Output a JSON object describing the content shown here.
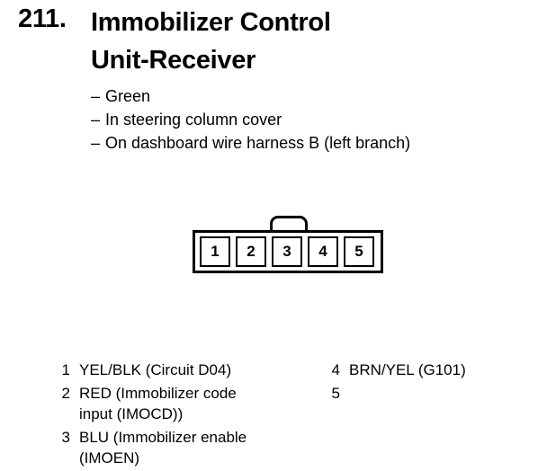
{
  "heading": {
    "number": "211.",
    "title_line1": "Immobilizer Control",
    "title_line2": "Unit-Receiver"
  },
  "details": [
    {
      "dash": "–",
      "text": "Green"
    },
    {
      "dash": "–",
      "text": "In steering column cover"
    },
    {
      "dash": "–",
      "text": "On dashboard wire harness B (left branch)"
    }
  ],
  "connector": {
    "pins": [
      "1",
      "2",
      "3",
      "4",
      "5"
    ]
  },
  "pinout": {
    "left": [
      {
        "num": "1",
        "lines": [
          "YEL/BLK (Circuit D04)"
        ]
      },
      {
        "num": "2",
        "lines": [
          "RED (Immobilizer code",
          "input (IMOCD))"
        ]
      },
      {
        "num": "3",
        "lines": [
          "BLU (Immobilizer enable",
          "(IMOEN)"
        ]
      }
    ],
    "right": [
      {
        "num": "4",
        "lines": [
          "BRN/YEL (G101)"
        ]
      },
      {
        "num": "5",
        "lines": [
          ""
        ]
      }
    ]
  }
}
